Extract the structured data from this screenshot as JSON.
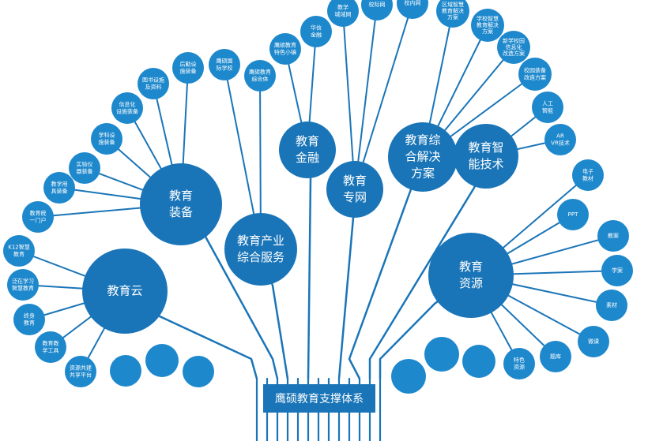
{
  "colors": {
    "node": "#1a75b8",
    "node_light": "#1e88cc",
    "line": "#1a75b8",
    "background": "#ffffff",
    "text": "#ffffff"
  },
  "root": {
    "label": "鹰硕教育支撑体系"
  },
  "hubs": [
    {
      "id": "hub-cloud",
      "label": [
        "教育云"
      ]
    },
    {
      "id": "hub-equipment",
      "label": [
        "教育",
        "装备"
      ]
    },
    {
      "id": "hub-industry",
      "label": [
        "教育产业",
        "综合服务"
      ]
    },
    {
      "id": "hub-finance",
      "label": [
        "教育",
        "金融"
      ]
    },
    {
      "id": "hub-network",
      "label": [
        "教育",
        "专网"
      ]
    },
    {
      "id": "hub-solutions",
      "label": [
        "教育综",
        "合解决",
        "方案"
      ]
    },
    {
      "id": "hub-ai",
      "label": [
        "教育智",
        "能技术"
      ]
    },
    {
      "id": "hub-resources",
      "label": [
        "教育",
        "资源"
      ]
    }
  ],
  "leaves": {
    "cloud": [
      [
        "K12智慧",
        "教育"
      ],
      [
        "泛在学习",
        "智慧教育"
      ],
      [
        "终身",
        "教育"
      ],
      [
        "教育教",
        "学工具"
      ],
      [
        "资源共建",
        "共享平台"
      ]
    ],
    "equipment": [
      [
        "教育统",
        "一门户"
      ],
      [
        "教学用",
        "具装备"
      ],
      [
        "实验仪",
        "器装备"
      ],
      [
        "学科设",
        "施装备"
      ],
      [
        "信息化",
        "设施装备"
      ],
      [
        "图书设施",
        "及资料"
      ],
      [
        "后勤设",
        "施装备"
      ]
    ],
    "industry": [
      [
        "鹰硕国",
        "际学校"
      ],
      [
        "鹰硕教育",
        "综合体"
      ]
    ],
    "finance": [
      [
        "鹰硕教育",
        "特色小镇"
      ],
      [
        "华信",
        "金融"
      ]
    ],
    "network": [
      [
        "教学",
        "城域网"
      ],
      [
        "校际网"
      ],
      [
        "校内网"
      ]
    ],
    "solutions": [
      [
        "区域智慧",
        "教育解决",
        "方案"
      ],
      [
        "学校智慧",
        "教育解决",
        "方案"
      ],
      [
        "新学校园",
        "信息化",
        "改造方案"
      ],
      [
        "校园装备",
        "改造方案"
      ]
    ],
    "ai": [
      [
        "人工",
        "智能"
      ],
      [
        "AR",
        "VR技术"
      ]
    ],
    "resources": [
      [
        "电子",
        "教材"
      ],
      [
        "PPT"
      ],
      [
        "教案"
      ],
      [
        "学案"
      ],
      [
        "素材"
      ],
      [
        "微课"
      ],
      [
        "题库"
      ],
      [
        "特色",
        "资源"
      ]
    ]
  }
}
